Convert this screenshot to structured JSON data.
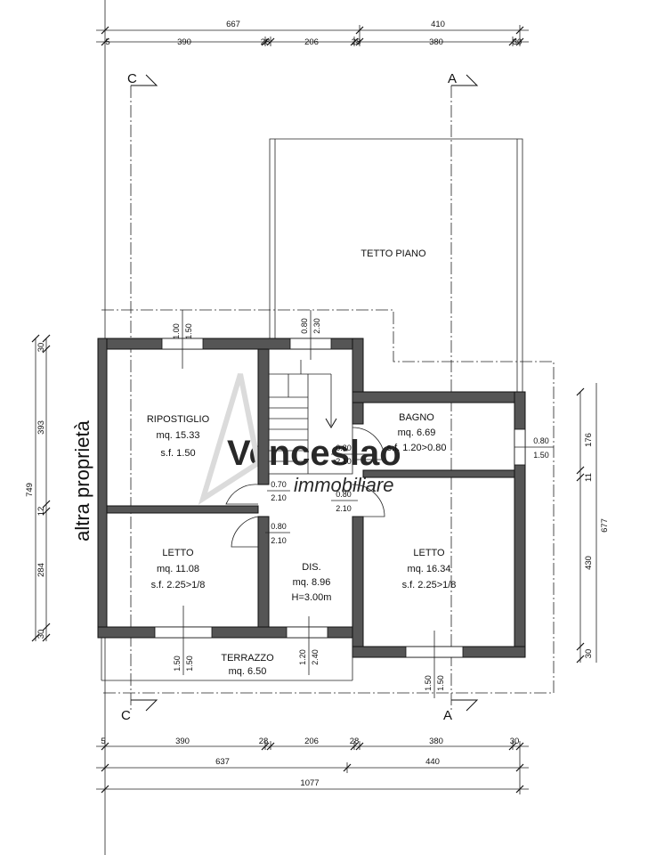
{
  "dimensions": {
    "top_totals": [
      "667",
      "410"
    ],
    "top_segments": [
      "5",
      "390",
      "28",
      "206",
      "28",
      "380",
      "30"
    ],
    "bottom_segments": [
      "5",
      "390",
      "28",
      "206",
      "28",
      "380",
      "30"
    ],
    "bottom_totals": [
      "637",
      "440"
    ],
    "bottom_overall": "1077",
    "left_total": "749",
    "left_segments": [
      "30",
      "393",
      "12",
      "284",
      "30"
    ],
    "right_total": "677",
    "right_segments": [
      "176",
      "11",
      "430",
      "30"
    ]
  },
  "section_markers": {
    "left": "C",
    "right": "A"
  },
  "side_label": "altra proprietà",
  "rooms": {
    "roof": {
      "name": "TETTO PIANO"
    },
    "storage": {
      "name": "RIPOSTIGLIO",
      "area": "mq. 15.33",
      "window": "s.f. 1.50"
    },
    "bath": {
      "name": "BAGNO",
      "area": "mq. 6.69",
      "window": "s.f. 1.20>0.80"
    },
    "bedroom_left": {
      "name": "LETTO",
      "area": "mq. 11.08",
      "window": "s.f. 2.25>1/8"
    },
    "hall": {
      "name": "DIS.",
      "area": "mq. 8.96",
      "height": "H=3.00m"
    },
    "bedroom_right": {
      "name": "LETTO",
      "area": "mq. 16.34",
      "window": "s.f. 2.25>1/8"
    },
    "terrace": {
      "name": "TERRAZZO",
      "area": "mq. 6.50"
    }
  },
  "openings": {
    "storage_top_a": "1.00",
    "storage_top_b": "1.50",
    "stair_top_a": "0.80",
    "stair_top_b": "2.30",
    "bath_door_a": "0.80",
    "bath_door_b": "2.10",
    "storage_door_a": "0.70",
    "storage_door_b": "2.10",
    "bedroom_r_door_a": "0.80",
    "bedroom_r_door_b": "2.10",
    "bedroom_l_door_a": "0.80",
    "bedroom_l_door_b": "2.10",
    "bath_window_a": "0.80",
    "bath_window_b": "1.50",
    "bedroom_l_window_a": "1.50",
    "bedroom_l_window_b": "1.50",
    "hall_window_a": "1.20",
    "hall_window_b": "2.40",
    "bedroom_r_window_a": "1.50",
    "bedroom_r_window_b": "1.50"
  },
  "watermark": {
    "line1": "Venceslao",
    "line2": "immobiliare"
  }
}
